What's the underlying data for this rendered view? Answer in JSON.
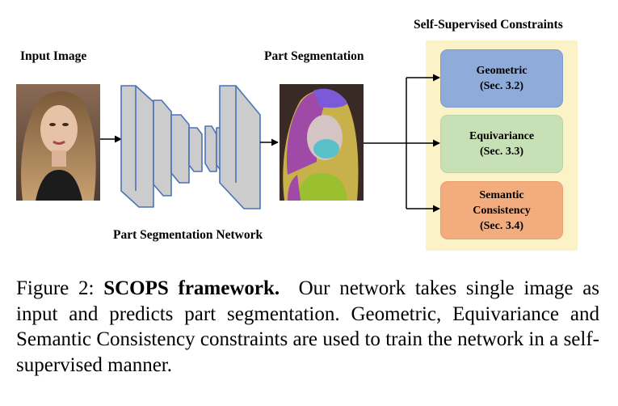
{
  "figure": {
    "labels": {
      "input_image": "Input Image",
      "part_segmentation": "Part Segmentation",
      "network": "Part Segmentation Network",
      "constraints_title": "Self-Supervised Constraints"
    },
    "constraints": [
      {
        "name": "Geometric",
        "section": "(Sec. 3.2)",
        "color": "#8eabda"
      },
      {
        "name": "Equivariance",
        "section": "(Sec. 3.3)",
        "color": "#c7e0b5"
      },
      {
        "name": "Semantic Consistency",
        "section": "(Sec. 3.4)",
        "color": "#f3ac7e"
      }
    ],
    "panel_color": "#fcf2c8",
    "network_fill": "#cccccc",
    "network_stroke": "#4a72b8"
  },
  "caption": {
    "prefix": "Figure 2:",
    "bold": "SCOPS framework.",
    "text": "Our network takes single image as input and predicts part segmentation. Geometric, Equivariance and Semantic Consistency constraints are used to train the network in a self-supervised manner."
  }
}
